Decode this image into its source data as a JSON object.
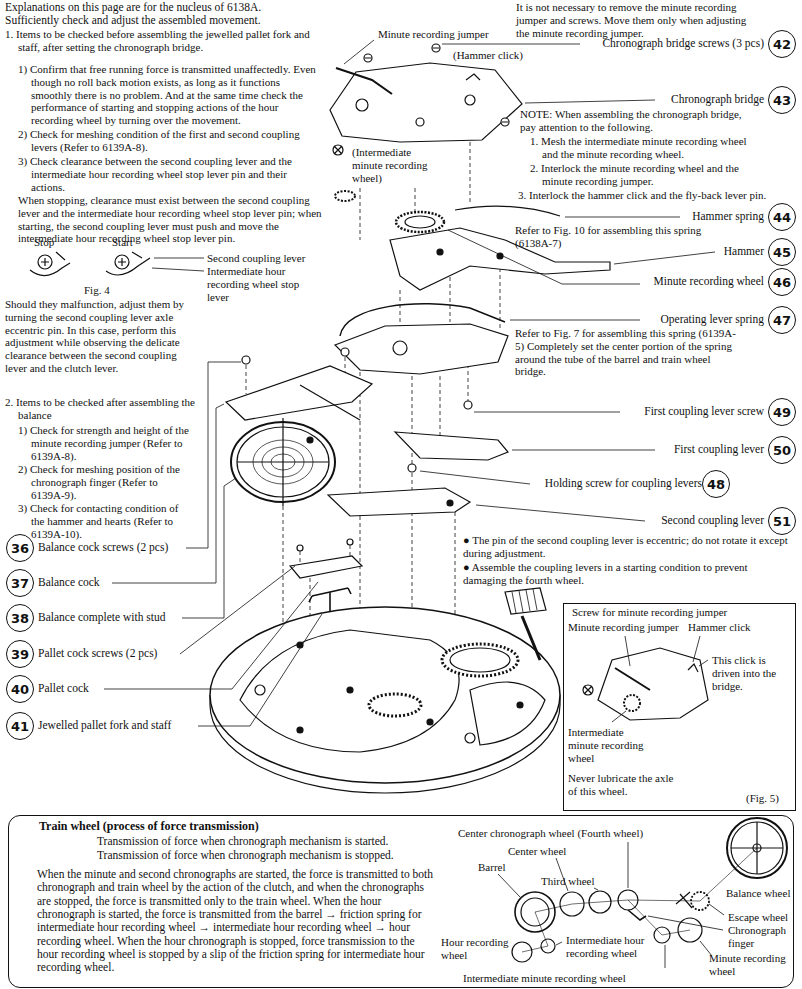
{
  "diagram": {
    "nodes": [
      {
        "text": [
          "42"
        ]
      },
      {
        "text": [
          "43"
        ]
      },
      {
        "text": [
          "44"
        ]
      },
      {
        "text": [
          "45"
        ]
      },
      {
        "text": [
          "46"
        ]
      },
      {
        "text": [
          "47"
        ]
      },
      {
        "text": [
          "49"
        ]
      },
      {
        "text": [
          "50"
        ]
      },
      {
        "text": [
          "48"
        ]
      },
      {
        "text": [
          "51"
        ]
      },
      {
        "text": [
          "36"
        ]
      },
      {
        "text": [
          "37"
        ]
      },
      {
        "text": [
          "38"
        ]
      },
      {
        "text": [
          "39"
        ]
      },
      {
        "text": [
          "40"
        ]
      },
      {
        "text": [
          "41"
        ]
      },
      {
        "text": [
          "Screw for minute recording jumper",
          "Minute recording jumper",
          "Hammer click",
          "This click is driven into the bridge.",
          "Intermediate minute recording wheel",
          "Never lubricate the axle of this wheel.",
          "(Fig. 5)"
        ]
      },
      {
        "text": [
          "Train wheel (process of force transmission)",
          "Transmission of force when chronograph mechanism is started.",
          "Transmission of force when chronograph mechanism is stopped.",
          "When the minute and second chronographs are started, the force is transmitted to both chronograph and train wheel by the action of the clutch, and when the chronographs are stopped, the force is transmitted only to the train wheel. When the hour chronograph is started, the force is transmitted from the barrel → friction spring for intermediate hour recording wheel → intermediate hour recording wheel → hour recording wheel. When the hour chronograph is stopped, force transmission to the hour recording wheel is stopped by a slip of the friction spring for intermediate hour recording wheel.",
          "Center chronograph wheel (Fourth wheel)",
          "Center wheel",
          "Barrel",
          "Third wheel",
          "Balance wheel",
          "Escape wheel",
          "Chronograph finger",
          "Minute recording wheel",
          "Hour recording wheel",
          "Intermediate hour recording wheel",
          "Intermediate minute recording wheel"
        ]
      }
    ],
    "labels": [
      "Explanations on this page are for the nucleus of 6138A.",
      "Sufficiently check and adjust the assembled movement.",
      "1. Items to be checked before assembling the jewelled pallet fork and staff, after setting the chronograph bridge.",
      "1) Confirm that free running force is transmitted unaffectedly. Even though no roll back motion exists, as long as it functions smoothly there is no problem. And at the same time check the performance of starting and stopping actions of the hour recording wheel by turning over the movement.",
      "2) Check for meshing condition of the first and second coupling levers (Refer to 6139A-8).",
      "3) Check clearance between the second coupling lever and the intermediate hour recording wheel stop lever pin and their actions.",
      "When stopping, clearance must exist between the second coupling lever and the intermediate hour recording wheel stop lever pin; when starting, the second coupling lever must push and move the intermediate hour recording wheel stop lever pin.",
      "Stop",
      "Start",
      "Second coupling lever",
      "Intermediate hour recording wheel stop lever",
      "Fig. 4",
      "Should they malfunction, adjust them by turning the second coupling lever axle eccentric pin. In this case, perform this adjustment while observing the delicate clearance between the second coupling lever and the clutch lever.",
      "2. Items to be checked after assembling the balance",
      "1) Check for strength and height of the minute recording jumper (Refer to 6139A-8).",
      "2) Check for meshing position of the chronograph finger (Refer to 6139A-9).",
      "3) Check for contacting condition of the hammer and hearts (Refer to 6139A-10).",
      "Balance cock screws (2 pcs)",
      "Balance cock",
      "Balance complete with stud",
      "Pallet cock screws (2 pcs)",
      "Pallet cock",
      "Jewelled pallet fork and staff",
      "It is not necessary to remove the minute recording jumper and screws. Move them only when adjusting the minute recording jumper.",
      "Minute recording jumper",
      "Chronograph bridge screws (3 pcs)",
      "(Hammer click)",
      "Chronograph bridge",
      "NOTE: When assembling the chronograph bridge, pay attention to the following.",
      "1. Mesh the intermediate minute recording wheel and the minute recording wheel.",
      "2. Interlock the minute recording wheel and the minute recording jumper.",
      "3. Interlock the hammer click and the fly-back lever pin.",
      "(Intermediate minute recording wheel)",
      "Hammer spring",
      "Refer to Fig. 10 for assembling this spring (6138A-7)",
      "Hammer",
      "Minute recording wheel",
      "Operating lever spring",
      "Refer to Fig. 7 for assembling this spring (6139A-5) Completely set the center portion of the spring around the tube of the barrel and train wheel bridge.",
      "First coupling lever screw",
      "First coupling lever",
      "Holding screw for coupling levers",
      "Second coupling lever",
      "● The pin of the second coupling lever is eccentric; do not rotate it except during adjustment.",
      "● Assemble the coupling levers in a starting condition to prevent damaging the fourth wheel."
    ]
  }
}
